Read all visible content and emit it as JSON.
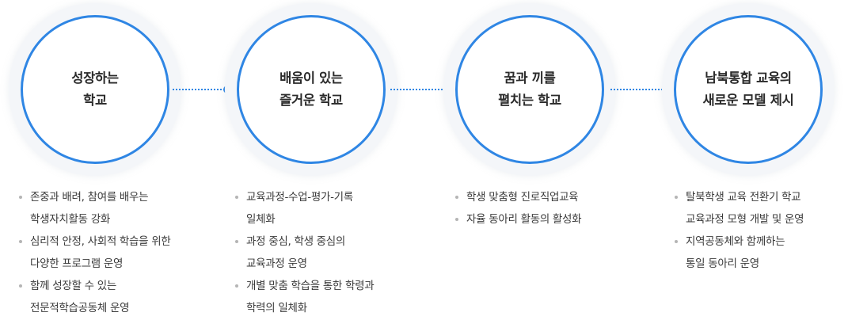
{
  "stages": [
    {
      "title_lines": [
        "성장하는",
        "학교"
      ],
      "items": [
        [
          "존중과 배려, 참여를 배우는",
          "학생자치활동 강화"
        ],
        [
          "심리적 안정, 사회적 학습을 위한",
          "다양한 프로그램 운영"
        ],
        [
          "함께 성장할 수 있는",
          "전문적학습공동체 운영"
        ]
      ]
    },
    {
      "title_lines": [
        "배움이 있는",
        "즐거운 학교"
      ],
      "items": [
        [
          "교육과정-수업-평가-기록",
          "일체화"
        ],
        [
          "과정 중심, 학생 중심의",
          "교육과정 운영"
        ],
        [
          "개별 맞춤 학습을 통한 학령과",
          "학력의 일체화"
        ]
      ]
    },
    {
      "title_lines": [
        "꿈과 끼를",
        "펼치는 학교"
      ],
      "items": [
        [
          "학생 맞춤형 진로직업교육"
        ],
        [
          "자율 동아리 활동의 활성화"
        ]
      ]
    },
    {
      "title_lines": [
        "남북통합 교육의",
        "새로운 모델 제시"
      ],
      "items": [
        [
          "탈북학생 교육 전환기 학교",
          "교육과정 모형 개발 및 운영"
        ],
        [
          "지역공동체와 함께하는",
          "통일 동아리 운영"
        ]
      ]
    }
  ],
  "colors": {
    "accent": "#2f86e4",
    "halo": "#f4f6f9",
    "bullet": "#b5b5b5"
  }
}
